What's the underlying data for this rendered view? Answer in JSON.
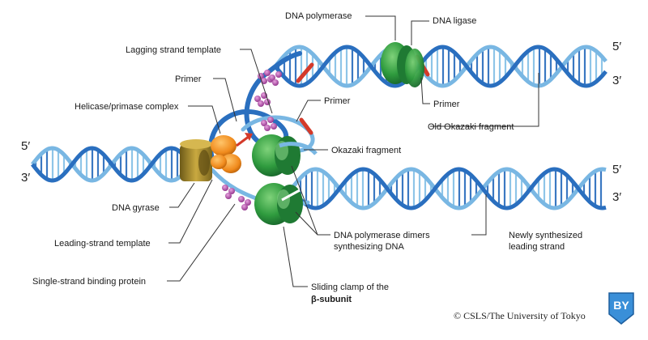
{
  "labels": {
    "dna_polymerase": "DNA polymerase",
    "dna_ligase": "DNA ligase",
    "lagging_strand_template": "Lagging strand template",
    "primer_top": "Primer",
    "helicase_primase": "Helicase/primase complex",
    "primer_mid": "Primer",
    "primer_right": "Primer",
    "old_okazaki": "Old Okazaki fragment",
    "okazaki_fragment": "Okazaki fragment",
    "dna_gyrase": "DNA gyrase",
    "leading_strand_template": "Leading-strand template",
    "single_strand_binding": "Single-strand binding protein",
    "dimers_line1": "DNA polymerase dimers",
    "dimers_line2": "synthesizing DNA",
    "newly_line1": "Newly synthesized",
    "newly_line2": "leading strand",
    "clamp_line1": "Sliding clamp of the",
    "clamp_line2": "β-subunit"
  },
  "strand_ends": {
    "top_right_5": "5′",
    "top_right_3": "3′",
    "left_5": "5′",
    "left_3": "3′",
    "bottom_right_5": "5′",
    "bottom_right_3": "3′"
  },
  "credit": "© CSLS/The University of Tokyo",
  "badge_text": "BY",
  "colors": {
    "backbone": "#2a6fbf",
    "backbone_light": "#79b7e3",
    "rung": "#3a78c2",
    "rung_light": "#8ec5e8",
    "polymerase_green": "#2f9b3e",
    "helicase_orange": "#f08a1c",
    "gyrase_gold": "#a88a2c",
    "ssb_purple": "#b04aa8",
    "primer_red": "#d43a2a"
  }
}
